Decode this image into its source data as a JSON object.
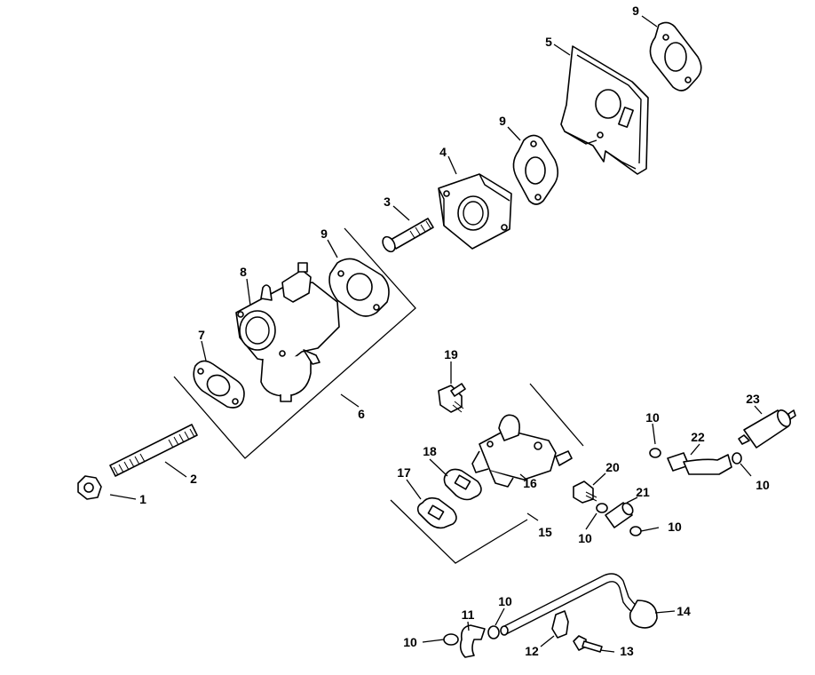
{
  "diagram": {
    "callouts": [
      {
        "id": "c1",
        "label": "1"
      },
      {
        "id": "c2",
        "label": "2"
      },
      {
        "id": "c3",
        "label": "3"
      },
      {
        "id": "c4",
        "label": "4"
      },
      {
        "id": "c5",
        "label": "5"
      },
      {
        "id": "c6",
        "label": "6"
      },
      {
        "id": "c7",
        "label": "7"
      },
      {
        "id": "c8",
        "label": "8"
      },
      {
        "id": "c9a",
        "label": "9"
      },
      {
        "id": "c9b",
        "label": "9"
      },
      {
        "id": "c9c",
        "label": "9"
      },
      {
        "id": "c10a",
        "label": "10"
      },
      {
        "id": "c10b",
        "label": "10"
      },
      {
        "id": "c10c",
        "label": "10"
      },
      {
        "id": "c10d",
        "label": "10"
      },
      {
        "id": "c10e",
        "label": "10"
      },
      {
        "id": "c10f",
        "label": "10"
      },
      {
        "id": "c11",
        "label": "11"
      },
      {
        "id": "c12",
        "label": "12"
      },
      {
        "id": "c13",
        "label": "13"
      },
      {
        "id": "c14",
        "label": "14"
      },
      {
        "id": "c15",
        "label": "15"
      },
      {
        "id": "c16",
        "label": "16"
      },
      {
        "id": "c17",
        "label": "17"
      },
      {
        "id": "c18",
        "label": "18"
      },
      {
        "id": "c19",
        "label": "19"
      },
      {
        "id": "c20",
        "label": "20"
      },
      {
        "id": "c21",
        "label": "21"
      },
      {
        "id": "c22",
        "label": "22"
      },
      {
        "id": "c23",
        "label": "23"
      }
    ]
  }
}
